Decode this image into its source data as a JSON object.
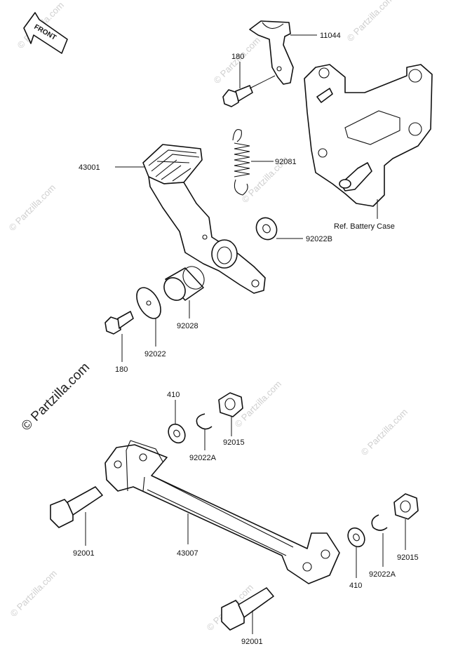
{
  "front_badge": "FRONT",
  "ref_label": "Ref. Battery Case",
  "parts": {
    "p11044": "11044",
    "p180_top": "180",
    "p92081": "92081",
    "p43001": "43001",
    "p92022B": "92022B",
    "p92028": "92028",
    "p92022": "92022",
    "p180_bottom": "180",
    "p410_top": "410",
    "p92022A_top": "92022A",
    "p92015_top": "92015",
    "p92001_left": "92001",
    "p43007": "43007",
    "p410_bottom": "410",
    "p92022A_bottom": "92022A",
    "p92015_bottom": "92015",
    "p92001_bottom": "92001"
  },
  "watermark": {
    "main": "© Partzilla.com",
    "small": "© Partzilla.com"
  }
}
